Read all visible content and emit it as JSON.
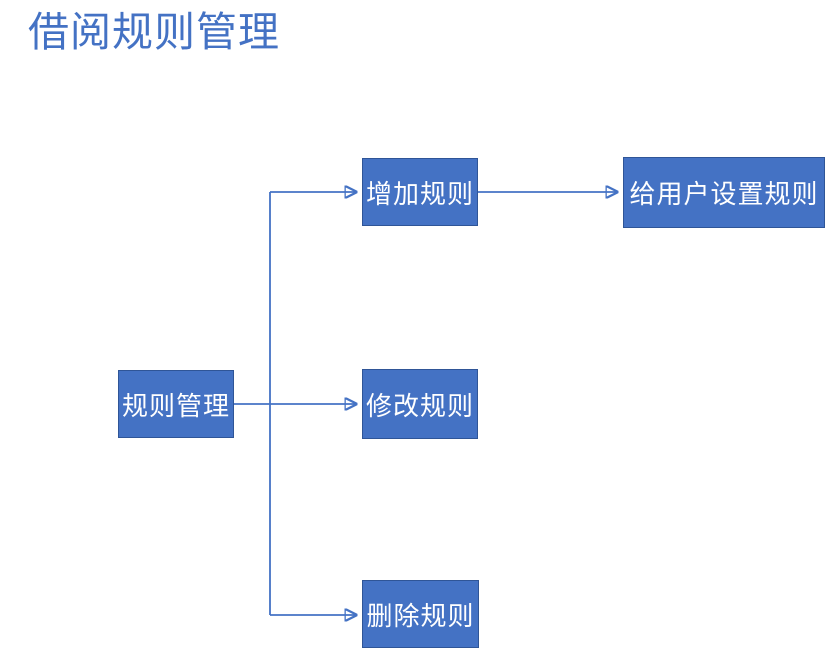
{
  "title": "借阅规则管理",
  "colors": {
    "title_text": "#4472C4",
    "node_fill": "#4472C4",
    "node_border": "#2F5597",
    "node_text": "#FFFFFF",
    "connector": "#4472C4",
    "background": "#FFFFFF"
  },
  "diagram": {
    "type": "flowchart",
    "nodes": [
      {
        "id": "rule-management",
        "label": "规则管理"
      },
      {
        "id": "add-rule",
        "label": "增加规则"
      },
      {
        "id": "modify-rule",
        "label": "修改规则"
      },
      {
        "id": "delete-rule",
        "label": "删除规则"
      },
      {
        "id": "set-user-rule",
        "label": "给用户设置规则"
      }
    ],
    "edges": [
      {
        "from": "规则管理",
        "to": "增加规则"
      },
      {
        "from": "规则管理",
        "to": "修改规则"
      },
      {
        "from": "规则管理",
        "to": "删除规则"
      },
      {
        "from": "增加规则",
        "to": "给用户设置规则"
      }
    ]
  }
}
